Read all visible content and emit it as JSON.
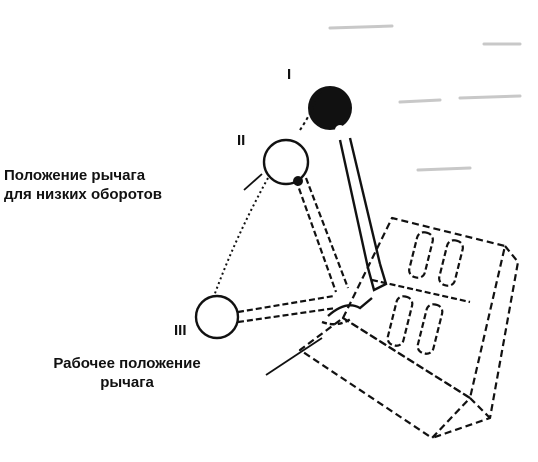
{
  "labels": {
    "position_I": "I",
    "position_II": "II",
    "position_III": "III",
    "low_rpm_line1": "Положение рычага",
    "low_rpm_line2": "для низких оборотов",
    "working_line1": "Рабочее положение",
    "working_line2": "рычага"
  },
  "colors": {
    "ink": "#111111",
    "background": "#ffffff"
  },
  "icons": {
    "knob_active": "filled-knob",
    "knob_ghost": "outline-knob"
  }
}
